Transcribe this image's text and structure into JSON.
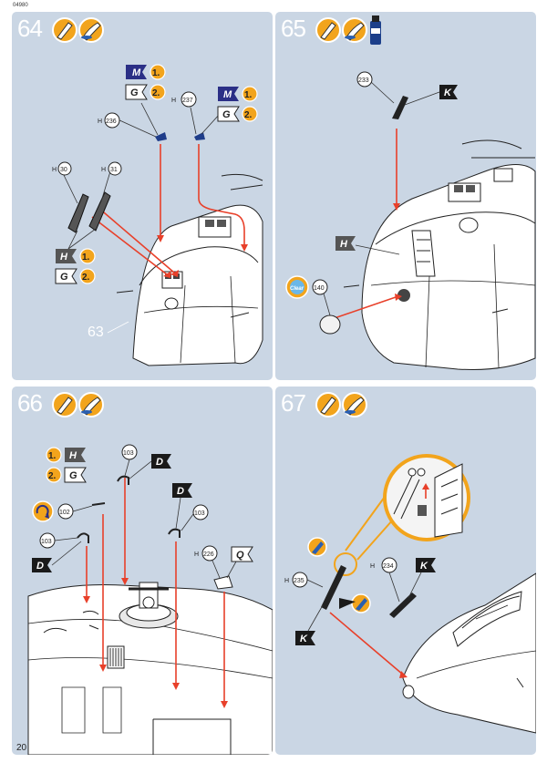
{
  "header": {
    "doc_number": "04980"
  },
  "footer": {
    "page_number": "20"
  },
  "steps": [
    {
      "number": "64"
    },
    {
      "number": "65"
    },
    {
      "number": "66"
    },
    {
      "number": "67"
    }
  ],
  "step64": {
    "seq": [
      "1.",
      "2."
    ],
    "colors": {
      "M": "M",
      "G": "G",
      "H": "H"
    },
    "parts": {
      "h236": "236",
      "h237": "237",
      "h30": "30",
      "h31": "31"
    },
    "prefix": "H",
    "sub_ref": "63"
  },
  "step65": {
    "parts": {
      "p233": "233",
      "p140": "140"
    },
    "colors": {
      "K": "K",
      "H": "H",
      "clear": "Clear"
    }
  },
  "step66": {
    "seq": [
      "1.",
      "2."
    ],
    "colors": {
      "H": "H",
      "G": "G",
      "D": "D",
      "Q": "Q"
    },
    "parts": {
      "p103": "103",
      "p102": "102",
      "h226": "226"
    },
    "prefix": "H"
  },
  "step67": {
    "parts": {
      "h234": "234",
      "h235": "235"
    },
    "colors": {
      "K": "K"
    },
    "prefix": "H"
  },
  "palette": {
    "panel_bg": "#cad6e4",
    "arrow": "#e8402a",
    "badge_orange": "#f2a41c",
    "navy": "#2b2f86",
    "black": "#1a1a1a"
  }
}
